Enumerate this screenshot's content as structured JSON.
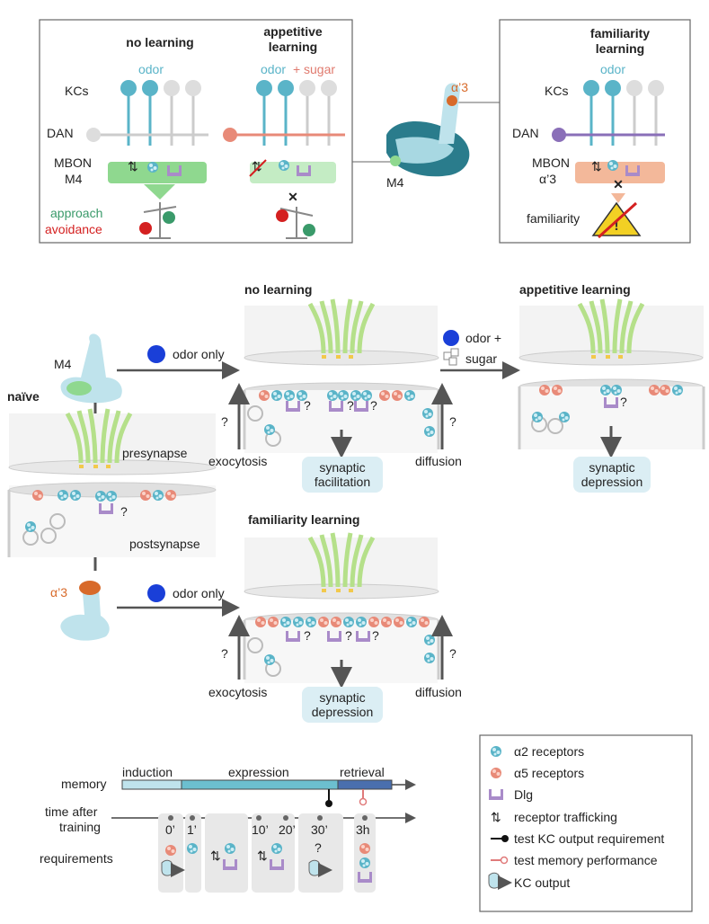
{
  "top": {
    "no_learning": {
      "title": "no learning",
      "odor": "odor",
      "kcs": "KCs",
      "dan": "DAN",
      "mbon_line1": "MBON",
      "mbon_line2": "M4",
      "approach": "approach",
      "avoidance": "avoidance"
    },
    "appetitive": {
      "title_line1": "appetitive",
      "title_line2": "learning",
      "odor": "odor",
      "plus": "+",
      "sugar": "sugar"
    },
    "center": {
      "a3": "α’3",
      "m4": "M4"
    },
    "familiarity": {
      "title_line1": "familiarity",
      "title_line2": "learning",
      "odor": "odor",
      "kcs": "KCs",
      "dan": "DAN",
      "mbon_line1": "MBON",
      "mbon_line2": "α’3",
      "familiarity": "familiarity"
    }
  },
  "middle": {
    "m4": "M4",
    "naive": "naïve",
    "presynapse": "presynapse",
    "postsynapse": "postsynapse",
    "a3": "α’3",
    "odor_only": "odor only",
    "odor_sugar_line1": "odor +",
    "odor_sugar_line2": "sugar",
    "no_learning_title": "no learning",
    "appetitive_title": "appetitive learning",
    "familiarity_title": "familiarity learning",
    "exocytosis": "exocytosis",
    "diffusion": "diffusion",
    "question": "?",
    "facilitation_line1": "synaptic",
    "facilitation_line2": "facilitation",
    "depression_line1": "synaptic",
    "depression_line2": "depression"
  },
  "timeline": {
    "memory": "memory",
    "induction": "induction",
    "expression": "expression",
    "retrieval": "retrieval",
    "time_line1": "time after",
    "time_line2": "training",
    "ticks": [
      "0’",
      "1’",
      "10’",
      "20’",
      "30’",
      "3h"
    ],
    "requirements": "requirements",
    "question": "?"
  },
  "legend": {
    "items": [
      "α2 receptors",
      "α5 receptors",
      "Dlg",
      "receptor trafficking",
      "test KC output requirement",
      "test memory performance",
      "KC output"
    ]
  },
  "colors": {
    "alpha2": "#5ab4c8",
    "alpha5": "#e07a6e",
    "dlg": "#a98bc9",
    "m4_green": "#8fd88f",
    "a3_orange": "#d86a2a",
    "mbon_a3": "#f3b89a"
  }
}
